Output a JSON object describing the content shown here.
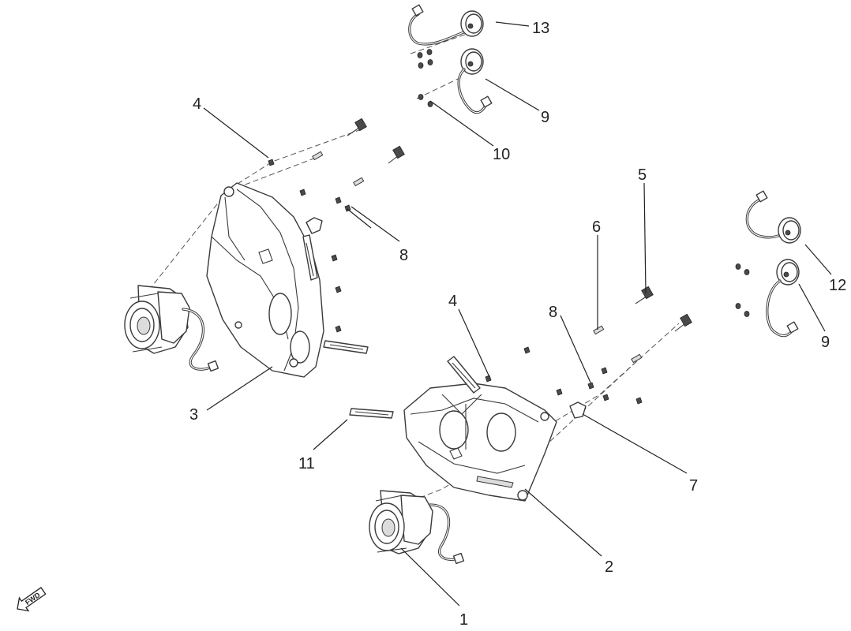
{
  "callouts": {
    "c1": "1",
    "c2": "2",
    "c3": "3",
    "c4a": "4",
    "c4b": "4",
    "c5": "5",
    "c6": "6",
    "c7": "7",
    "c8a": "8",
    "c8b": "8",
    "c9a": "9",
    "c9b": "9",
    "c10": "10",
    "c11": "11",
    "c12": "12",
    "c13": "13"
  },
  "fwd_label": "FWD",
  "colors": {
    "line": "#3a3a3a",
    "background": "#ffffff"
  }
}
